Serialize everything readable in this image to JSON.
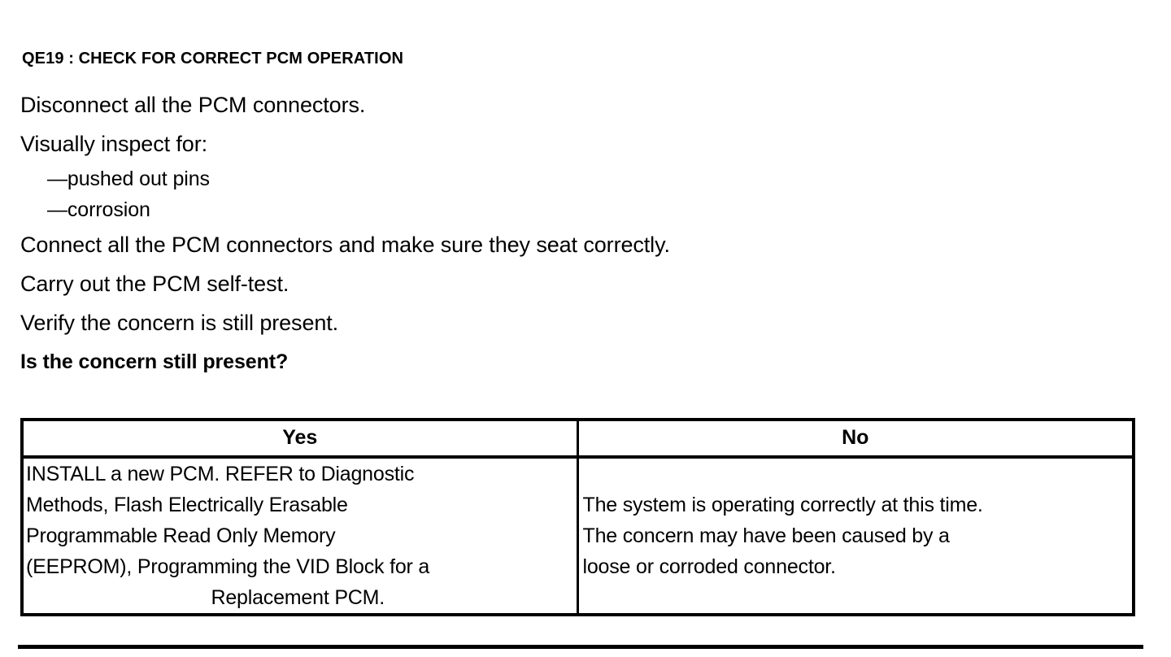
{
  "document": {
    "step_title": "QE19 : CHECK FOR CORRECT PCM OPERATION",
    "instructions": [
      {
        "text": "Disconnect all the PCM connectors.",
        "style": "normal"
      },
      {
        "text": "Visually inspect for:",
        "style": "normal"
      },
      {
        "text": "—pushed out pins",
        "style": "sub"
      },
      {
        "text": "—corrosion",
        "style": "sub"
      },
      {
        "text": "Connect all the PCM connectors and make sure they seat correctly.",
        "style": "normal"
      },
      {
        "text": "Carry out the PCM self-test.",
        "style": "normal"
      },
      {
        "text": "Verify the concern is still present.",
        "style": "normal"
      },
      {
        "text": "Is the concern still present?",
        "style": "question"
      }
    ],
    "result_table": {
      "headers": [
        "Yes",
        "No"
      ],
      "yes_cell_lines": [
        "INSTALL a new PCM. REFER to Diagnostic",
        "Methods, Flash Electrically Erasable",
        "Programmable Read Only Memory",
        "(EEPROM), Programming the VID Block for a",
        "Replacement PCM."
      ],
      "no_cell_lines": [
        "The system is operating correctly at this time.",
        "The concern may have been caused by a",
        "loose or corroded connector."
      ]
    },
    "colors": {
      "text": "#000000",
      "background": "#ffffff",
      "rule": "#000000"
    }
  }
}
